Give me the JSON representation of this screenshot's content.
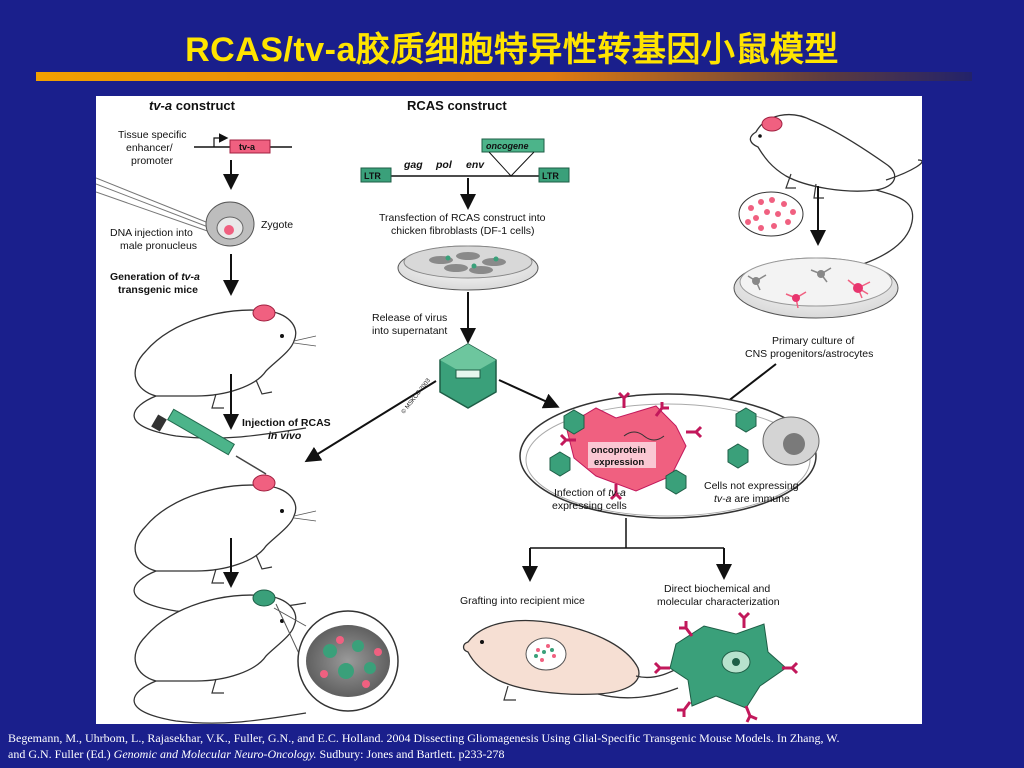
{
  "slide": {
    "title": "RCAS/tv-a胶质细胞特异性转基因小鼠模型",
    "citation_line1": "Begemann, M., Uhrbom, L., Rajasekhar, V.K., Fuller, G.N., and E.C. Holland. 2004 Dissecting Gliomagenesis Using Glial-Specific Transgenic Mouse Models.  In Zhang, W.",
    "citation_line2_prefix": "and G.N. Fuller (Ed.) ",
    "citation_book": "Genomic and Molecular Neuro-Oncology.",
    "citation_line2_suffix": " Sudbury: Jones and Bartlett. p233-278"
  },
  "figure": {
    "tva_construct_title_italic": "tv-a",
    "tva_construct_title_rest": " construct",
    "tissue_promoter": [
      "Tissue specific",
      "enhancer/",
      "promoter"
    ],
    "tva_gene": "tv-a",
    "zygote": "Zygote",
    "dna_injection": [
      "DNA injection into",
      "male pronucleus"
    ],
    "generation_prefix": "Generation of ",
    "generation_italic": "tv-a",
    "generation_line2": "transgenic mice",
    "injection_rcas": "Injection of RCAS",
    "in_vivo": "in vivo",
    "rcas_construct_title": "RCAS construct",
    "oncogene": "oncogene",
    "ltr": "LTR",
    "gag": "gag",
    "pol": "pol",
    "env": "env",
    "transfection": [
      "Transfection of RCAS construct into",
      "chicken fibroblasts (DF-1 cells)"
    ],
    "release_virus": [
      "Release of virus",
      "into supernatant"
    ],
    "copyright": "© MSKCC 2003",
    "primary_culture": [
      "Primary culture of",
      "CNS progenitors/astrocytes"
    ],
    "oncoprotein": [
      "oncoprotein",
      "expression"
    ],
    "infection_prefix": "Infection of ",
    "infection_italic": "tv-a",
    "infection_line2": "expressing cells",
    "not_expressing": "Cells not expressing",
    "immune_italic": "tv-a",
    "immune_rest": " are immune",
    "grafting": "Grafting into recipient mice",
    "direct_bio": [
      "Direct biochemical and",
      "molecular characterization"
    ]
  },
  "colors": {
    "background": "#1a1f8c",
    "title": "#ffe400",
    "accent_pink": "#e8356e",
    "virus_green": "#3aa07a",
    "receptor_magenta": "#c2185b"
  }
}
